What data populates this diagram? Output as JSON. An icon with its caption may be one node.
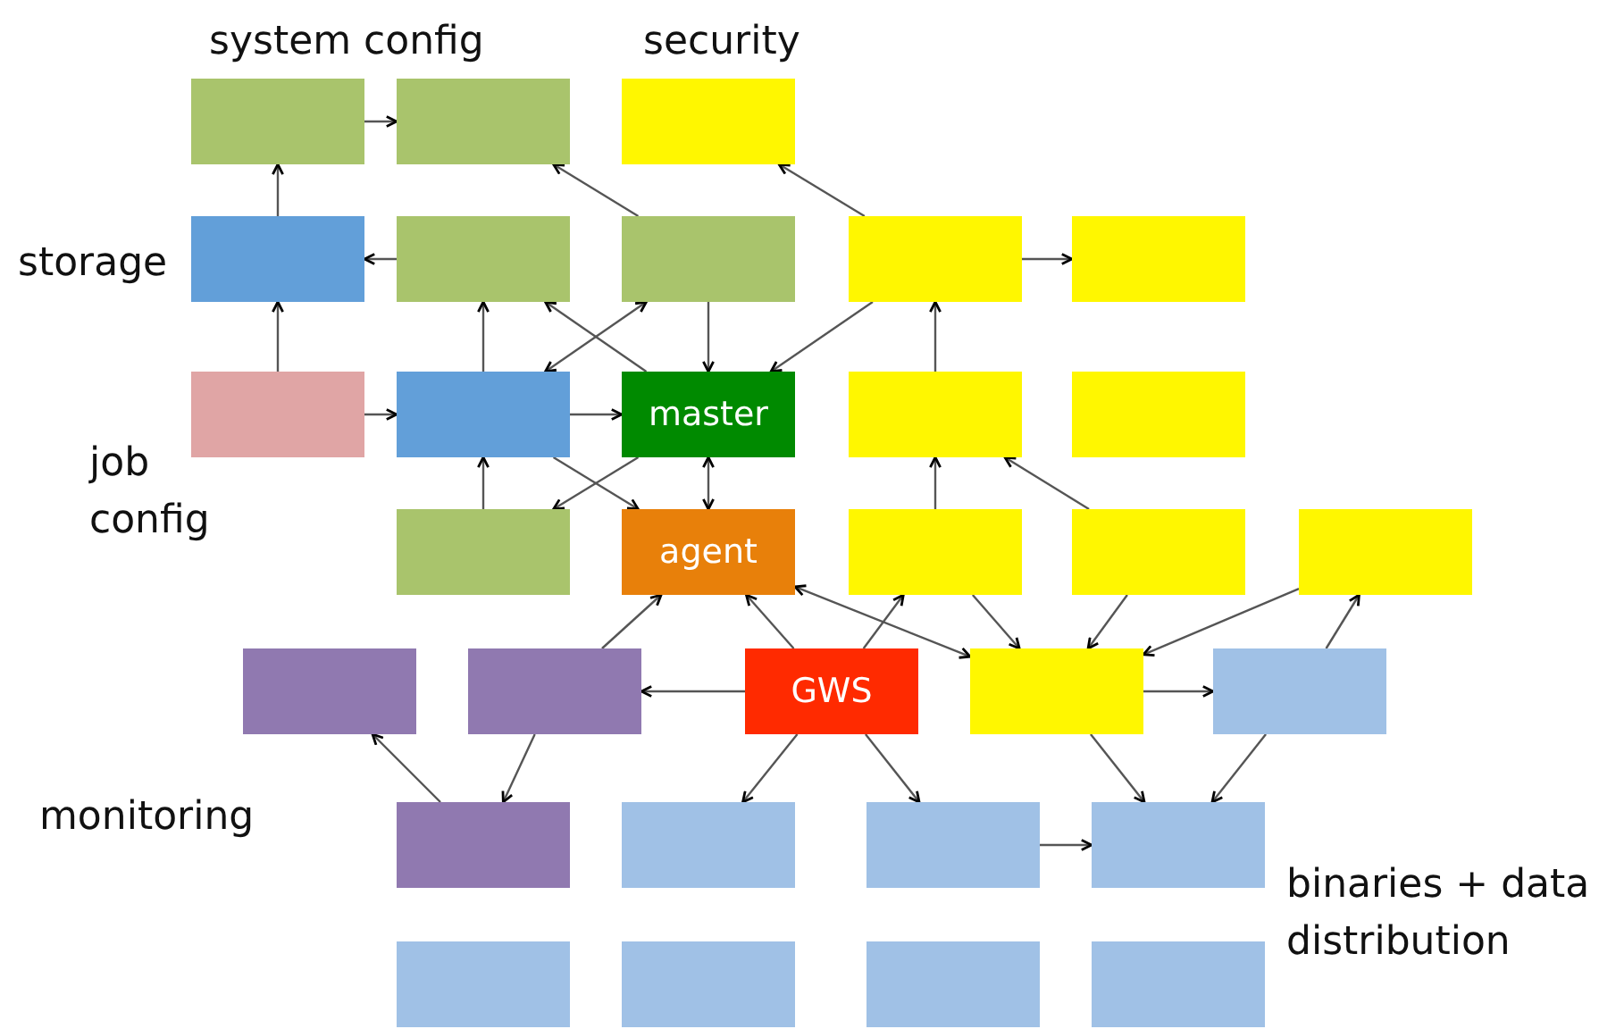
{
  "diagram": {
    "nodes": [
      {
        "text": [],
        "shape": "box"
      },
      {
        "text": [],
        "shape": "box"
      },
      {
        "text": [],
        "shape": "box"
      },
      {
        "text": [],
        "shape": "box"
      },
      {
        "text": [],
        "shape": "box"
      },
      {
        "text": [],
        "shape": "box"
      },
      {
        "text": [],
        "shape": "box"
      },
      {
        "text": [],
        "shape": "box"
      },
      {
        "text": [],
        "shape": "box"
      },
      {
        "text": [],
        "shape": "box"
      },
      {
        "text": [
          "master"
        ]
      },
      {
        "text": [],
        "shape": "box"
      },
      {
        "text": [],
        "shape": "box"
      },
      {
        "text": [],
        "shape": "box"
      },
      {
        "text": [
          "agent"
        ]
      },
      {
        "text": [],
        "shape": "box"
      },
      {
        "text": [],
        "shape": "box"
      },
      {
        "text": [],
        "shape": "box"
      },
      {
        "text": [],
        "shape": "box"
      },
      {
        "text": [],
        "shape": "box"
      },
      {
        "text": [
          "GWS"
        ]
      },
      {
        "text": [],
        "shape": "box"
      },
      {
        "text": [],
        "shape": "box"
      },
      {
        "text": [],
        "shape": "box"
      },
      {
        "text": [],
        "shape": "box"
      },
      {
        "text": [],
        "shape": "box"
      },
      {
        "text": [],
        "shape": "box"
      },
      {
        "text": [],
        "shape": "box"
      },
      {
        "text": [],
        "shape": "box"
      },
      {
        "text": [],
        "shape": "box"
      },
      {
        "text": [],
        "shape": "box"
      }
    ],
    "edges": [
      {
        "from": 0,
        "to": 1,
        "arrow": "to"
      },
      {
        "from": 3,
        "to": 0,
        "arrow": "to"
      },
      {
        "from": 5,
        "to": 1,
        "arrow": "to"
      },
      {
        "from": 6,
        "to": 2,
        "arrow": "to"
      },
      {
        "from": 4,
        "to": 3,
        "arrow": "to"
      },
      {
        "from": 8,
        "to": 3,
        "arrow": "to"
      },
      {
        "from": 9,
        "to": 4,
        "arrow": "to"
      },
      {
        "from": 10,
        "to": 4,
        "arrow": "to"
      },
      {
        "from": 9,
        "to": 5,
        "arrow": "both"
      },
      {
        "from": 6,
        "to": 7,
        "arrow": "to"
      },
      {
        "from": 11,
        "to": 6,
        "arrow": "to"
      },
      {
        "from": 8,
        "to": 9,
        "arrow": "to"
      },
      {
        "from": 9,
        "to": 10,
        "arrow": "to"
      },
      {
        "from": 5,
        "to": 10,
        "arrow": "to"
      },
      {
        "from": 6,
        "to": 10,
        "arrow": "to"
      },
      {
        "from": 14,
        "to": 10,
        "arrow": "both"
      },
      {
        "from": 13,
        "to": 9,
        "arrow": "to"
      },
      {
        "from": 15,
        "to": 11,
        "arrow": "to"
      },
      {
        "from": 16,
        "to": 11,
        "arrow": "to"
      },
      {
        "from": 10,
        "to": 13,
        "arrow": "to"
      },
      {
        "from": 9,
        "to": 14,
        "arrow": "to"
      },
      {
        "from": 19,
        "to": 14,
        "arrow": "to"
      },
      {
        "from": 20,
        "to": 14,
        "arrow": "to"
      },
      {
        "from": 21,
        "to": 14,
        "arrow": "both"
      },
      {
        "from": 20,
        "to": 15,
        "arrow": "to"
      },
      {
        "from": 22,
        "to": 17,
        "arrow": "to"
      },
      {
        "from": 15,
        "to": 21,
        "arrow": "to"
      },
      {
        "from": 16,
        "to": 21,
        "arrow": "to"
      },
      {
        "from": 17,
        "to": 21,
        "arrow": "to"
      },
      {
        "from": 20,
        "to": 19,
        "arrow": "to"
      },
      {
        "from": 21,
        "to": 22,
        "arrow": "to"
      },
      {
        "from": 23,
        "to": 18,
        "arrow": "to"
      },
      {
        "from": 19,
        "to": 23,
        "arrow": "to"
      },
      {
        "from": 20,
        "to": 24,
        "arrow": "to"
      },
      {
        "from": 20,
        "to": 25,
        "arrow": "to"
      },
      {
        "from": 21,
        "to": 26,
        "arrow": "to"
      },
      {
        "from": 25,
        "to": 26,
        "arrow": "to"
      },
      {
        "from": 22,
        "to": 26,
        "arrow": "to"
      }
    ],
    "labels": [
      "system config",
      "security",
      "storage",
      "job config",
      "monitoring",
      "binaries + data distribution"
    ]
  }
}
